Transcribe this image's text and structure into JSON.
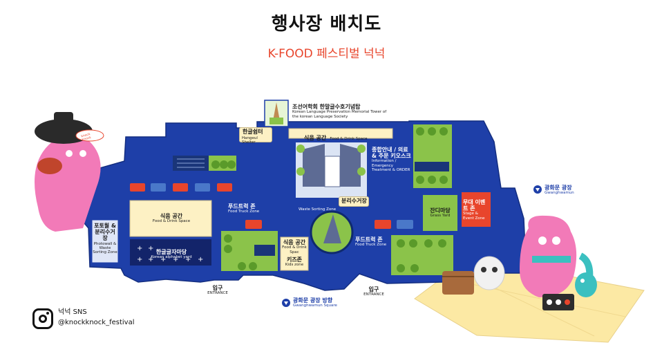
{
  "header": {
    "title": "행사장 배치도",
    "subtitle": "K-FOOD 페스티벌 넉넉"
  },
  "map": {
    "tower": {
      "ko": "조선어학회 한말글수호기념탑",
      "en": "Korean Language Preservation Memorial Tower of the korean Language Society"
    },
    "hangeul_shelter": {
      "ko": "한글쉼터",
      "en": "Hangeul Shelter"
    },
    "food_top": {
      "ko": "식음 공간",
      "en": "Food & Drink Space"
    },
    "info": {
      "ko": "종합안내 / 의료 & 주문 키오스크",
      "en": "Information / Emergency Treatment & ORDER"
    },
    "food_left": {
      "ko": "식음 공간",
      "en": "Food & Drink Space"
    },
    "photowall": {
      "ko": "포토월 & 분리수거장",
      "en": "Photowall & Waste Sorting Zone"
    },
    "alphabet_yard": {
      "ko": "한글글자마당",
      "en": "Korean alphabet yard"
    },
    "foodtruck_left": {
      "ko": "푸드트럭 존",
      "en": "Food Truck Zone"
    },
    "waste_sorting": {
      "en": "Waste Sorting Zone"
    },
    "recycle": {
      "ko": "분리수거장"
    },
    "food_mid": {
      "ko": "식음 공간",
      "en": "Food & Drink Spac"
    },
    "kids": {
      "ko": "키즈존",
      "en": "Kids zone"
    },
    "foodtruck_right": {
      "ko": "푸드트럭 존",
      "en": "Food Truck Zone"
    },
    "grass_yard": {
      "ko": "잔디마당",
      "en": "Grass Yard"
    },
    "stage": {
      "ko": "무대 이벤트 존",
      "en": "Stage & Event Zone"
    },
    "entrance_left": {
      "ko": "입구",
      "en": "ENTRANCE"
    },
    "entrance_right": {
      "ko": "입구",
      "en": "ENTRANCE"
    },
    "square_direction": {
      "ko": "광화문 광장 방향",
      "en": "Gwanghwamun Square"
    },
    "square_right": {
      "ko": "광화문 광장",
      "en": "Gwanghwamun"
    },
    "mascot_bubble": "knock knock"
  },
  "sns": {
    "label": "넉넉 SNS",
    "handle": "@knockknock_festival",
    "icon": "instagram-icon"
  },
  "colors": {
    "map_blue": "#1e3fa8",
    "accent_red": "#e8452c",
    "green": "#8bc34a",
    "cream": "#fdf1c4",
    "mascot_pink": "#f27ab8",
    "picnic_yellow": "#fce9a4"
  }
}
